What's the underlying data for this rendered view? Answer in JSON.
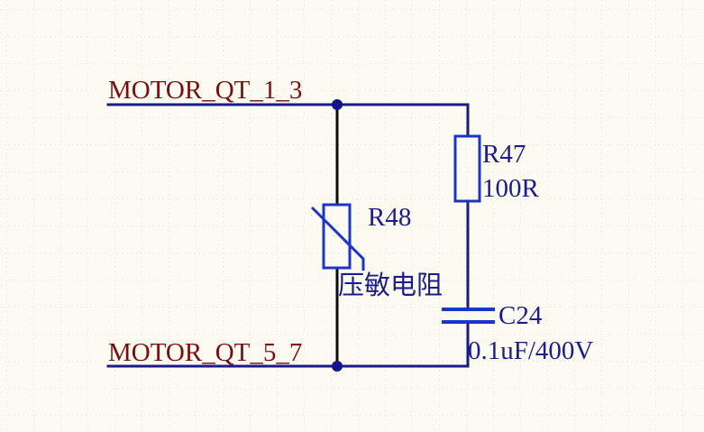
{
  "nets": {
    "top": "MOTOR_QT_1_3",
    "bottom": "MOTOR_QT_5_7"
  },
  "components": {
    "r47": {
      "designator": "R47",
      "value": "100R"
    },
    "r48": {
      "designator": "R48",
      "value": "压敏电阻"
    },
    "c24": {
      "designator": "C24",
      "value": "0.1uF/400V"
    }
  },
  "colors": {
    "background": "#fbfbf2",
    "grid": "#e4e4d6",
    "wire": "#1a1a8a",
    "lead": "#0c0c0c",
    "body": "#1a35c8",
    "junction": "#14148a",
    "net_label": "#7a0e0e",
    "designator": "#1c1c8c"
  }
}
